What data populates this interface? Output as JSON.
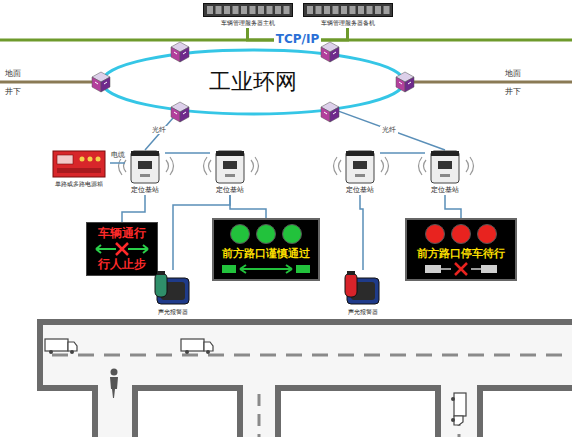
{
  "diagram": {
    "nodes": [
      {
        "text": [
          "车辆管理服务器主机"
        ]
      },
      {
        "text": [
          "车辆管理服务器备机"
        ]
      },
      {
        "text": [
          "工业环网"
        ]
      },
      {
        "text": [
          "单路或多路电源箱"
        ]
      },
      {
        "text": [
          "定位基站"
        ]
      },
      {
        "text": [
          "定位基站"
        ]
      },
      {
        "text": [
          "定位基站"
        ]
      },
      {
        "text": [
          "定位基站"
        ]
      },
      {
        "text": [
          "车辆通行",
          "行人止步"
        ]
      },
      {
        "text": [
          "前方路口谨慎通过"
        ]
      },
      {
        "text": [
          "前方路口停车待行"
        ]
      },
      {
        "text": [
          "声光报警器"
        ]
      },
      {
        "text": [
          "声光报警器"
        ]
      }
    ],
    "edges": [
      {
        "from": 0,
        "to": 1,
        "arrow": "none",
        "label": "TCP/IP"
      },
      {
        "from": 2,
        "to": 4,
        "arrow": "none",
        "label": "光纤"
      },
      {
        "from": 4,
        "to": 5,
        "arrow": "none"
      },
      {
        "from": 2,
        "to": 7,
        "arrow": "none",
        "label": "光纤"
      },
      {
        "from": 7,
        "to": 6,
        "arrow": "none"
      },
      {
        "from": 3,
        "to": 4,
        "arrow": "none",
        "label": "电缆"
      },
      {
        "from": 4,
        "to": 8,
        "arrow": "none"
      },
      {
        "from": 5,
        "to": 9,
        "arrow": "none"
      },
      {
        "from": 5,
        "to": 11,
        "arrow": "none"
      },
      {
        "from": 7,
        "to": 10,
        "arrow": "none"
      },
      {
        "from": 6,
        "to": 12,
        "arrow": "none"
      }
    ],
    "labels": [
      "地面",
      "井下",
      "地面",
      "井下"
    ]
  }
}
